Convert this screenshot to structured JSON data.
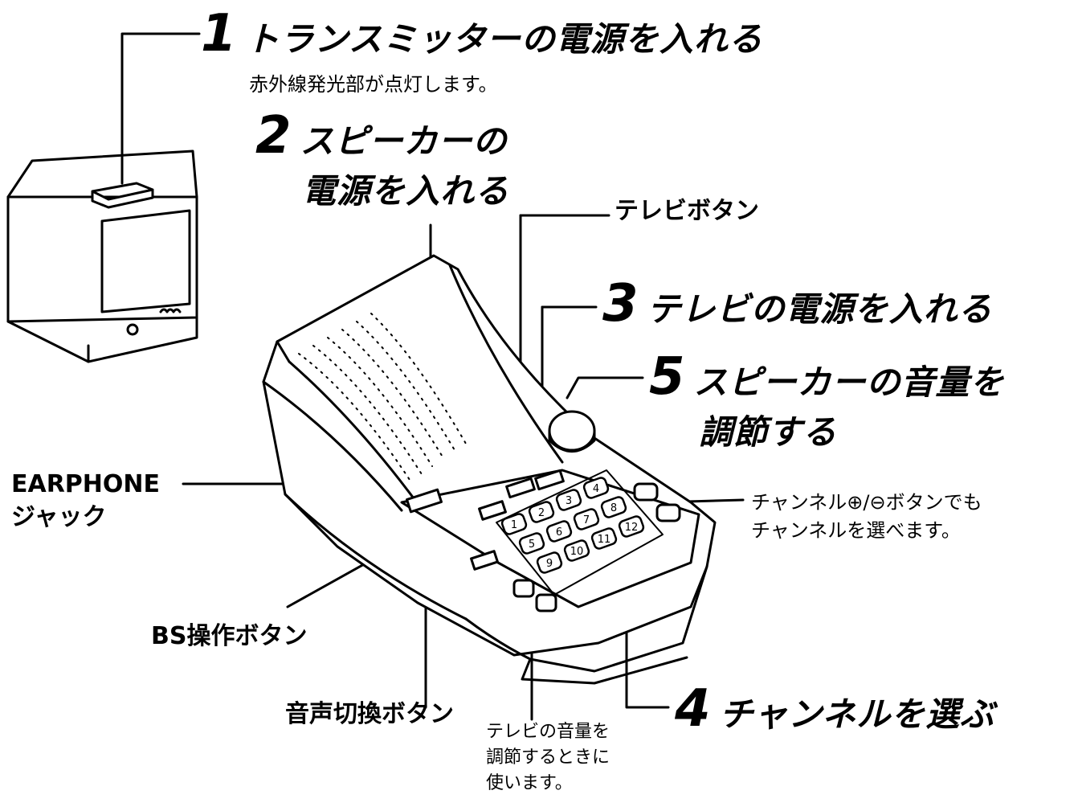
{
  "steps": [
    {
      "num": "1",
      "text": "トランスミッターの電源を入れる"
    },
    {
      "num": "2",
      "line1": "スピーカーの",
      "line2": "電源を入れる"
    },
    {
      "num": "3",
      "text": "テレビの電源を入れる"
    },
    {
      "num": "4",
      "text": "チャンネルを選ぶ"
    },
    {
      "num": "5",
      "line1": "スピーカーの音量を",
      "line2": "調節する"
    }
  ],
  "notes": {
    "transmitter": "赤外線発光部が点灯します。",
    "channel_buttons": {
      "line1": "チャンネル⊕/⊖ボタンでも",
      "line2": "チャンネルを選べます。"
    },
    "tv_volume": {
      "line1": "テレビの音量を",
      "line2": "調節するときに",
      "line3": "使います。"
    }
  },
  "callouts": {
    "tv_button": "テレビボタン",
    "earphone": {
      "line1": "EARPHONE",
      "line2": "ジャック"
    },
    "bs_button": "BS操作ボタン",
    "audio_switch": "音声切換ボタン"
  },
  "keypad": [
    "1",
    "2",
    "3",
    "4",
    "5",
    "6",
    "7",
    "8",
    "9",
    "10",
    "11",
    "12"
  ]
}
